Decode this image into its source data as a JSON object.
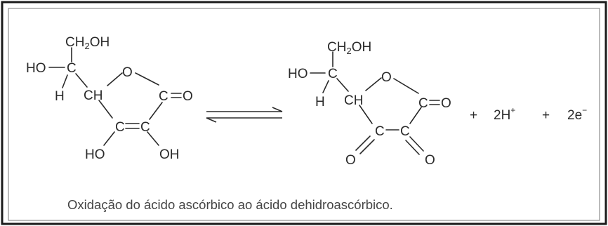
{
  "reactant": {
    "atoms": {
      "ch2oh_prefix": "CH",
      "ch2oh_sub": "2",
      "ch2oh_suffix": "OH",
      "ho_left": "HO",
      "c_top": "C",
      "h": "H",
      "ch": "CH",
      "o_ring": "O",
      "c_carbonyl": "C",
      "o_carbonyl": "O",
      "c_enol": "C",
      "c_enol2": "C",
      "ho_bottom": "HO",
      "oh_bottom": "OH"
    }
  },
  "product": {
    "atoms": {
      "ch2oh_prefix": "CH",
      "ch2oh_sub": "2",
      "ch2oh_suffix": "OH",
      "ho_left": "HO",
      "c_top": "C",
      "h": "H",
      "ch": "CH",
      "o_ring": "O",
      "c_carbonyl": "C",
      "o_carbonyl": "O",
      "c_keto1": "C",
      "c_keto2": "C",
      "o_keto1": "O",
      "o_keto2": "O"
    }
  },
  "byproducts": {
    "plus_1": "+",
    "protons": "2H",
    "proton_charge": "+",
    "plus_2": "+",
    "electrons": "2e",
    "electron_charge": "−"
  },
  "caption": "Oxidação do ácido ascórbico ao ácido dehidroascórbico."
}
